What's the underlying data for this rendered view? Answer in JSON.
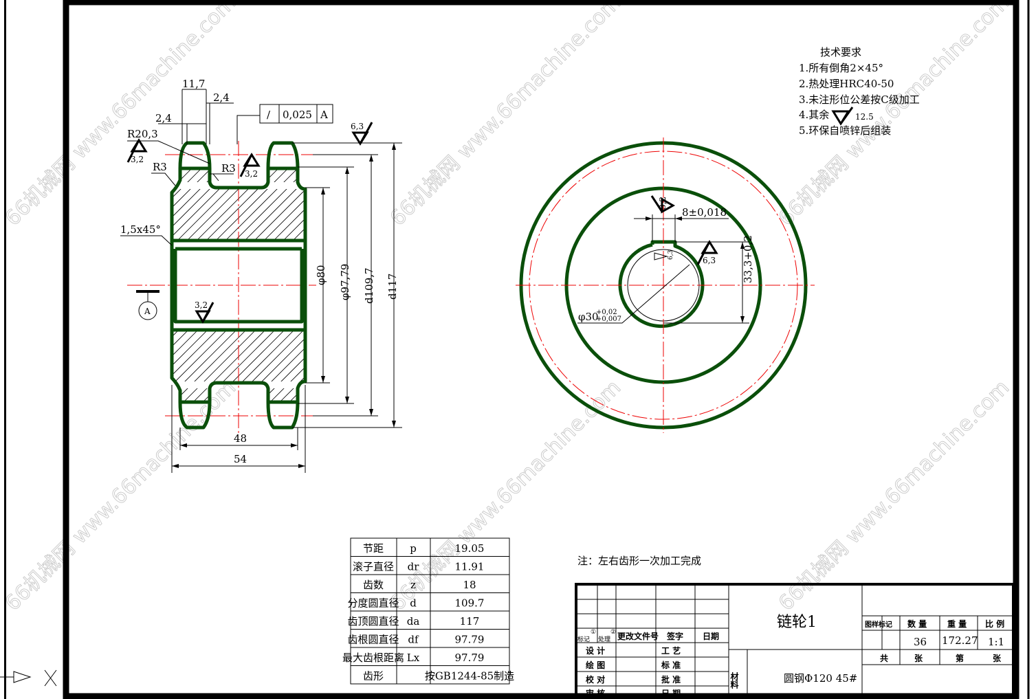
{
  "watermark": "66机械网 www.66machine.com",
  "tech_requirements": {
    "title": "技术要求",
    "items": [
      "1.所有倒角2×45°",
      "2.热处理HRC40-50",
      "3.未注形位公差按C级加工",
      "4.其余",
      "5.环保自喷锌后组装"
    ],
    "roughness_rest": "12.5"
  },
  "left_view": {
    "dim_11_7": "11,7",
    "dim_2_4_a": "2,4",
    "dim_2_4_b": "2,4",
    "r20": "R20,3",
    "r3_a": "R3",
    "r3_b": "R3",
    "chamfer": "1,5x45°",
    "runout": {
      "symbol": "/",
      "value": "0,025",
      "datum": "A"
    },
    "rough_63": "6,3",
    "rough_32_a": "3,2",
    "rough_32_b": "3,2",
    "rough_32_c": "3,2",
    "datum": "A",
    "phi80": "φ80",
    "phi9779": "φ97,79",
    "d1097": "d109,7",
    "d117": "d117",
    "dim48": "48",
    "dim54": "54"
  },
  "right_view": {
    "keyway_width": "8±0,018",
    "keyway_depth": "33,3+0,2",
    "bore": "φ30",
    "bore_tol_upper": "+0,02",
    "bore_tol_lower": "+0,007",
    "rough_32": "3,2",
    "rough_63": "6,3",
    "rough_key": "6,3"
  },
  "note": "注：左右齿形一次加工完成",
  "param_table": [
    [
      "节距",
      "p",
      "19.05"
    ],
    [
      "滚子直径",
      "dr",
      "11.91"
    ],
    [
      "齿数",
      "z",
      "18"
    ],
    [
      "分度圆直径",
      "d",
      "109.7"
    ],
    [
      "齿顶圆直径",
      "da",
      "117"
    ],
    [
      "齿根圆直径",
      "df",
      "97.79"
    ],
    [
      "最大齿根距离",
      "Lx",
      "97.79"
    ],
    [
      "齿形",
      "",
      "按GB1244-85制造"
    ]
  ],
  "title_block": {
    "part_name": "链轮1",
    "material_label": "材料",
    "material": "圆钢Φ120 45#",
    "rev_headers": [
      "标记",
      "处理",
      "更改文件号",
      "签字",
      "日期"
    ],
    "rev_circles": [
      "①",
      "②"
    ],
    "roles_left": [
      "设 计",
      "绘 图",
      "校 对",
      "审 核"
    ],
    "roles_right": [
      "工 艺",
      "标 准",
      "批 准",
      "日 期"
    ],
    "headers": [
      "图样标记",
      "数 量",
      "重 量",
      "比 例"
    ],
    "quantity": "36",
    "weight": "172.27",
    "scale": "1:1",
    "sheet_labels": [
      "共",
      "张",
      "第",
      "张"
    ]
  }
}
